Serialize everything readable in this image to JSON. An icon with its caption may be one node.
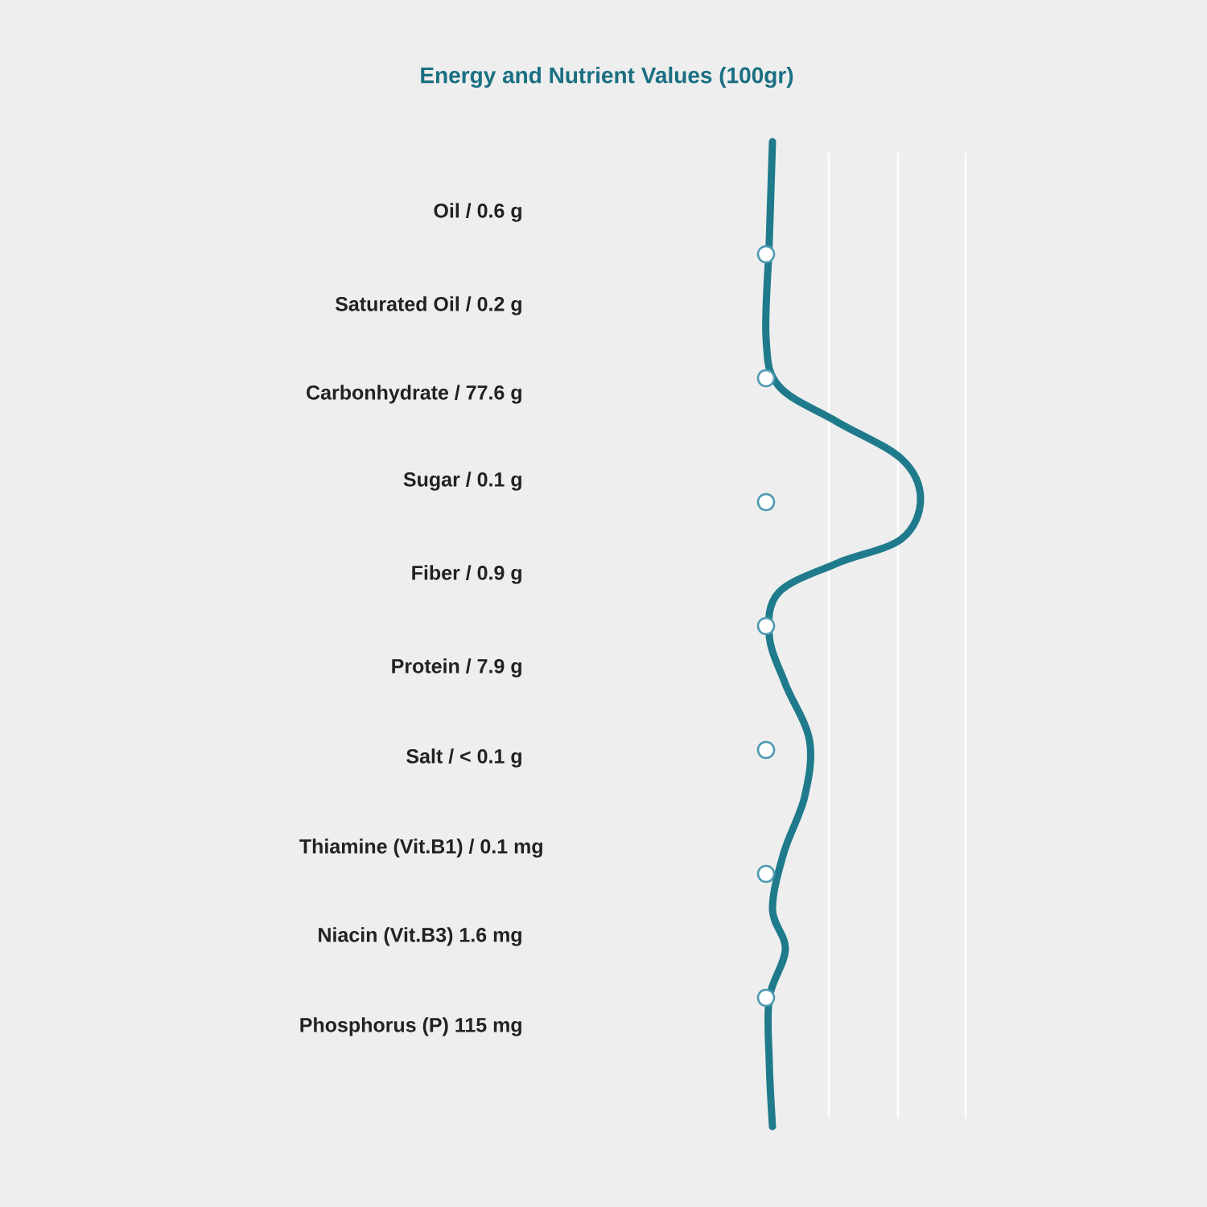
{
  "diagram": {
    "title": "Energy and Nutrient Values (100gr)",
    "labels": [
      "Oil / 0.6 g",
      "Saturated Oil / 0.2 g",
      "Carbonhydrate / 77.6 g",
      "Sugar / 0.1 g",
      "Fiber / 0.9 g",
      "Protein / 7.9 g",
      "Salt / < 0.1 g",
      "Thiamine (Vit.B1) / 0.1 mg",
      "Niacin (Vit.B3) 1.6 mg",
      "Phosphorus (P) 115 mg"
    ]
  }
}
